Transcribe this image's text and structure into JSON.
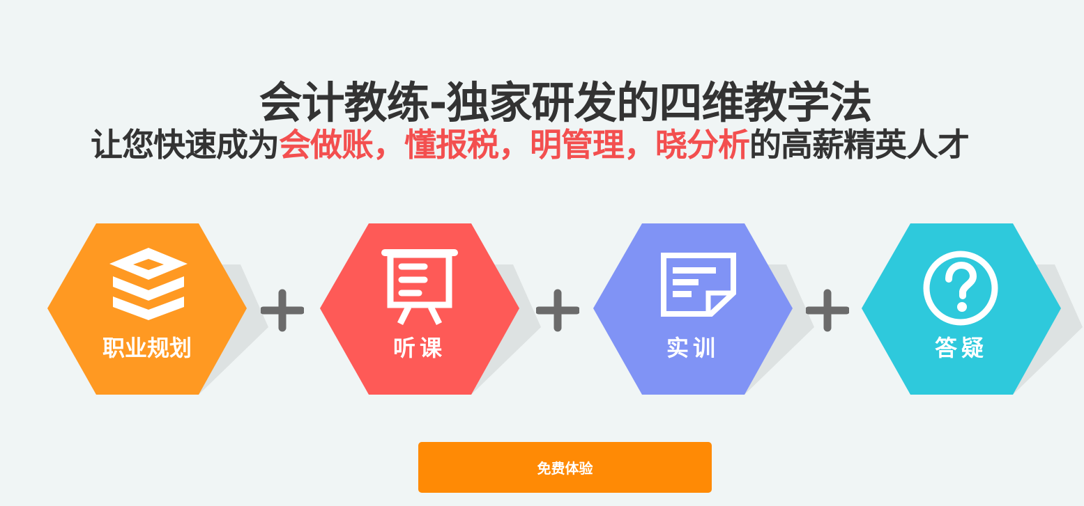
{
  "header": {
    "title": "会计教练-独家研发的四维教学法",
    "subtitle": {
      "prefix": "让您快速成为",
      "highlights": [
        "会做账",
        "，",
        "懂报税",
        "，",
        "明管理",
        "，",
        "晓分析"
      ],
      "suffix": "的高薪精英人才"
    }
  },
  "steps": [
    {
      "label": "职业规划",
      "icon": "layers-stack-icon",
      "color": "#ff9922"
    },
    {
      "label": "听课",
      "icon": "presentation-board-icon",
      "color": "#fe5a57"
    },
    {
      "label": "实训",
      "icon": "document-note-icon",
      "color": "#8093f5"
    },
    {
      "label": "答疑",
      "icon": "question-circle-icon",
      "color": "#2ec9dc"
    }
  ],
  "connector": {
    "symbol": "+",
    "color": "#6b6b6b"
  },
  "shadow_color": "#dde2e2",
  "cta": {
    "label": "免费体验",
    "color": "#ff8a05"
  }
}
